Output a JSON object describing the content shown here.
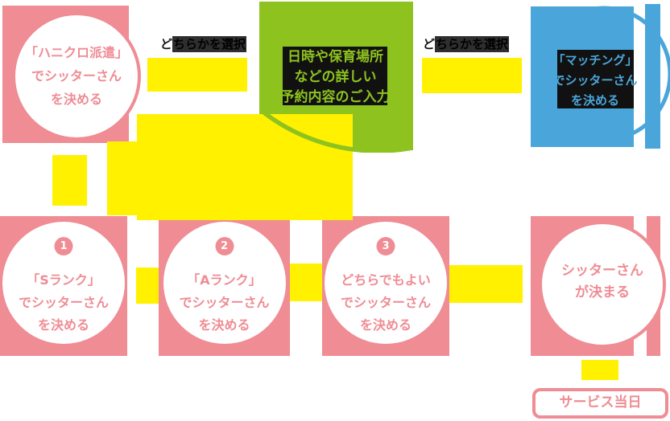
{
  "colors": {
    "pink": "#EF8C94",
    "yellow": "#FFF100",
    "green": "#8EC31F",
    "blue": "#4AA6DA",
    "black_block": "#111111",
    "label_hl": "#2E2E2E"
  },
  "top": {
    "dispatch": {
      "lines": [
        "「ハニクロ派遣」",
        "でシッターさん",
        "を決める"
      ]
    },
    "select_label": {
      "prefix": "ど",
      "highlighted": "ちらかを選択"
    },
    "input": {
      "lines": [
        "日時や保育場所",
        "などの詳しい",
        "予約内容のご入力"
      ]
    },
    "matching": {
      "lines": [
        "「マッチング」",
        "でシッターさん",
        "を決める"
      ]
    }
  },
  "bottom": {
    "steps": [
      {
        "badge": "1",
        "lines": [
          "「Sランク」",
          "でシッターさん",
          "を決める"
        ]
      },
      {
        "badge": "2",
        "lines": [
          "「Aランク」",
          "でシッターさん",
          "を決める"
        ]
      },
      {
        "badge": "3",
        "lines": [
          "どちらでもよい",
          "でシッターさん",
          "を決める"
        ]
      }
    ],
    "decided": {
      "lines": [
        "シッターさん",
        "が決まる"
      ]
    },
    "service_day": "サービス当日"
  }
}
